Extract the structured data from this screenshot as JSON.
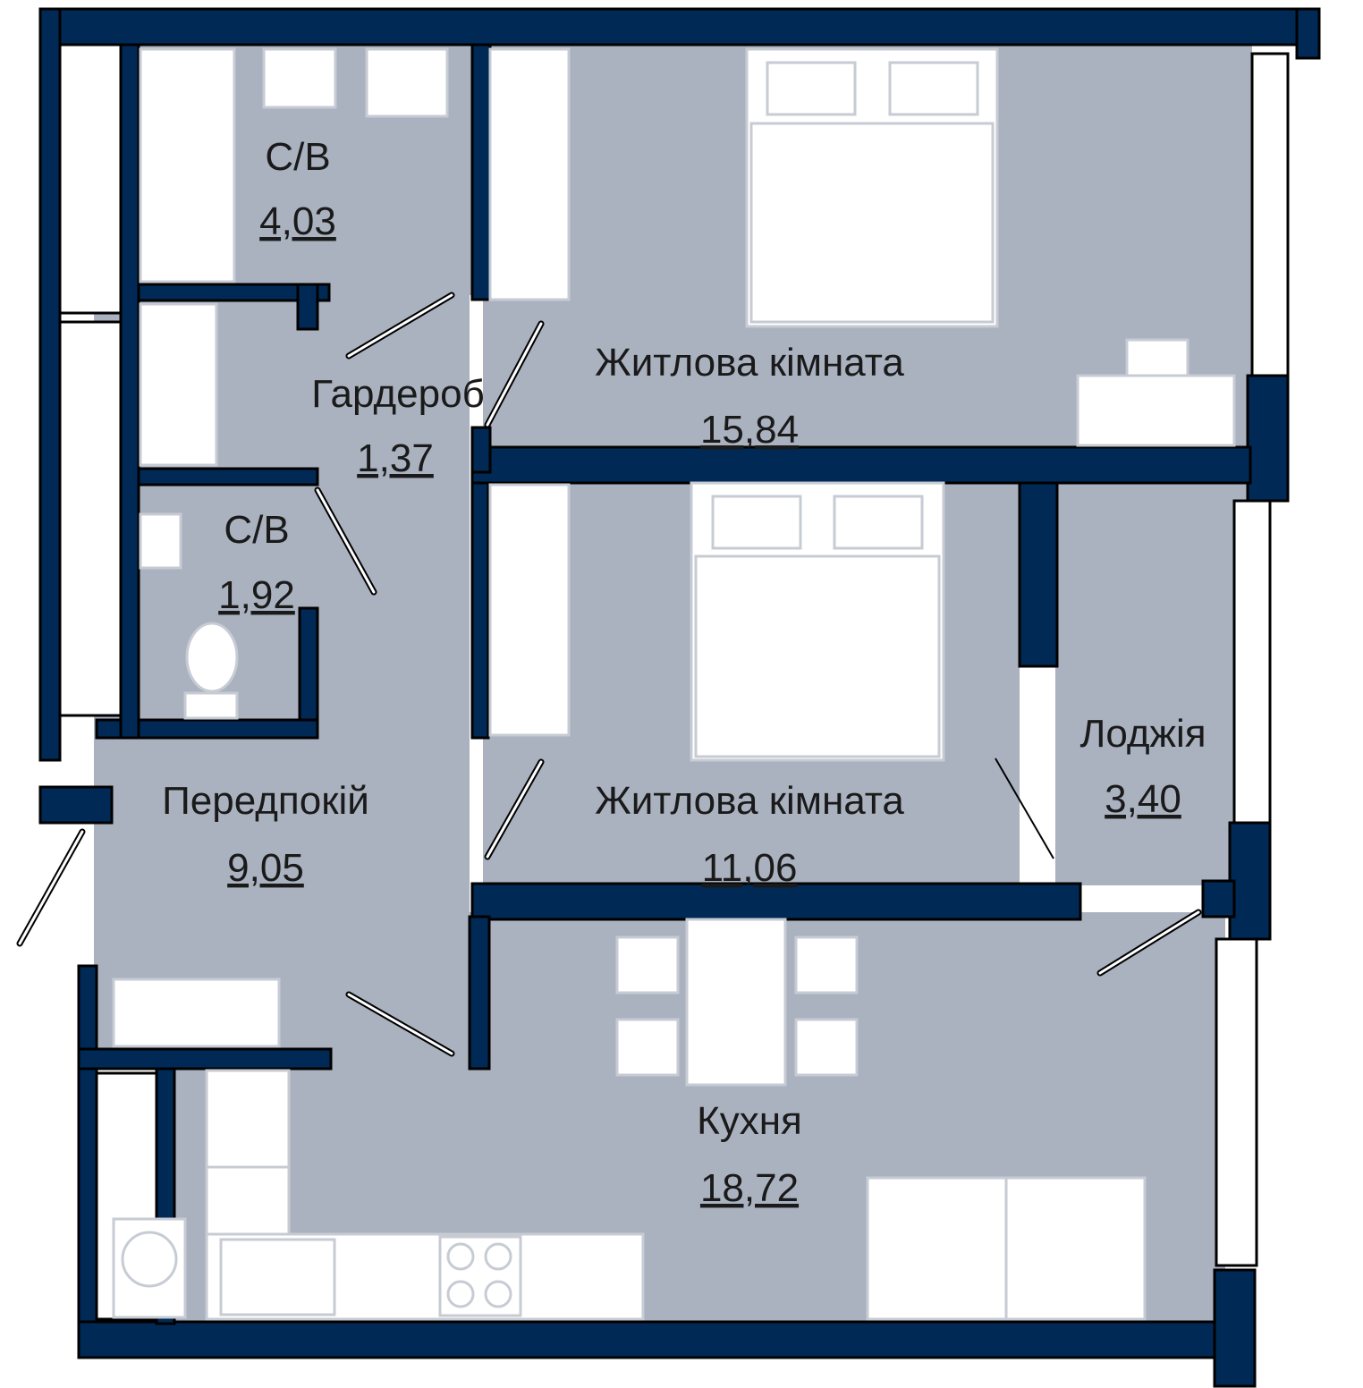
{
  "rooms": {
    "bath1": {
      "name": "С/В",
      "area": "4,03"
    },
    "wardrobe": {
      "name": "Гардероб",
      "area": "1,37"
    },
    "bath2": {
      "name": "С/В",
      "area": "1,92"
    },
    "hall": {
      "name": "Передпокій",
      "area": "9,05"
    },
    "bedroom1": {
      "name": "Житлова кімната",
      "area": "15,84"
    },
    "bedroom2": {
      "name": "Житлова кімната",
      "area": "11,06"
    },
    "loggia": {
      "name": "Лоджія",
      "area": "3,40"
    },
    "kitchen": {
      "name": "Кухня",
      "area": "18,72"
    }
  },
  "colors": {
    "wall": "#002a55",
    "floor": "#aab2c0",
    "furniture": "#ffffff"
  }
}
